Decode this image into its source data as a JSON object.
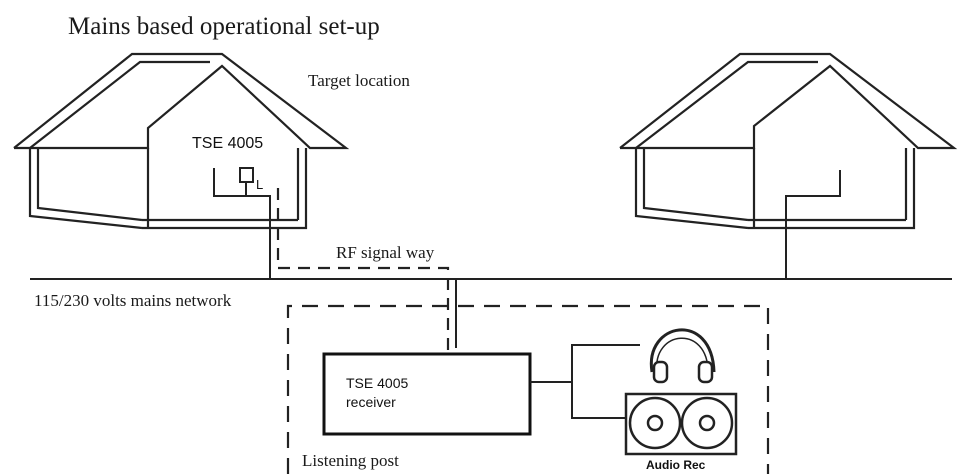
{
  "title": "Mains based operational set-up",
  "labels": {
    "target_location": "Target location",
    "transmitter": "TSE 4005",
    "transmitter_l": "L",
    "rf_signal_way": "RF signal way",
    "mains_network": "115/230 volts mains network",
    "receiver_line1": "TSE 4005",
    "receiver_line2": "receiver",
    "listening_post": "Listening post",
    "audio_rec": "Audio Rec"
  }
}
